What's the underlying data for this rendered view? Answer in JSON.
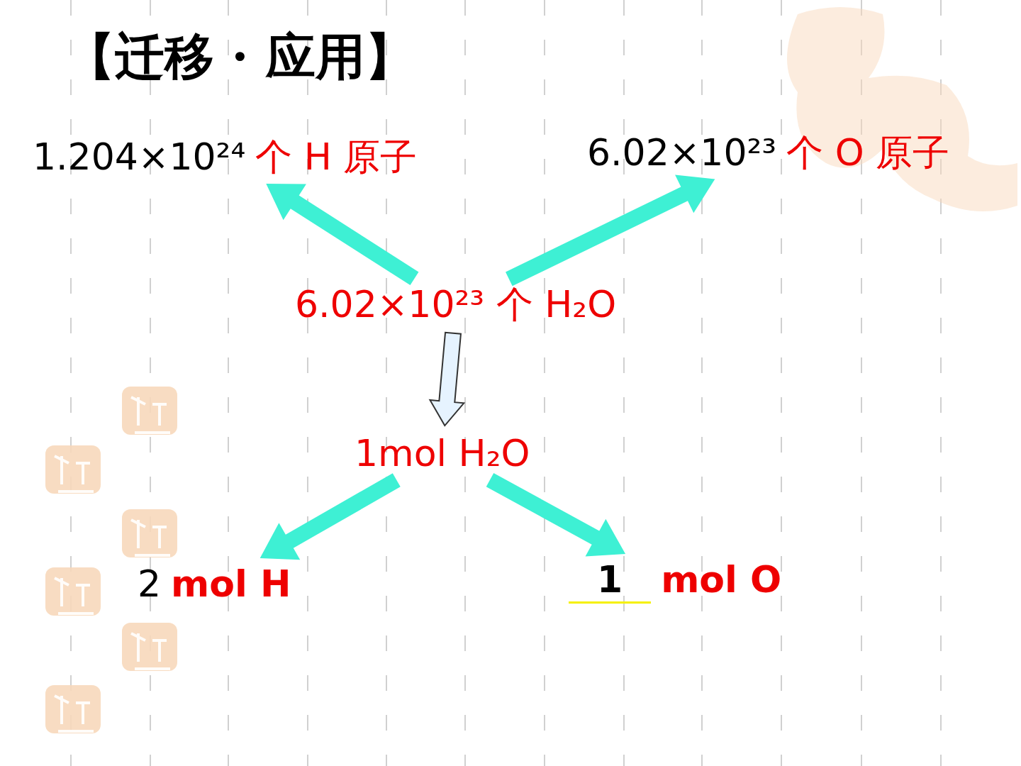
{
  "diagram": {
    "title": "【迁移 · 应用】",
    "nodes": [
      {
        "text": [
          "1.204×10²⁴",
          "个 H 原子"
        ]
      },
      {
        "text": [
          "6.02×10²³",
          "个 O 原子"
        ]
      },
      {
        "text": [
          "6.02×10²³ 个 H₂O"
        ]
      },
      {
        "text": [
          "1mol H₂O"
        ]
      },
      {
        "text": [
          "2",
          "mol H"
        ]
      },
      {
        "text": [
          "1",
          "mol O"
        ]
      }
    ],
    "edges": [
      {
        "from": 2,
        "to": 0,
        "arrow": "to"
      },
      {
        "from": 2,
        "to": 1,
        "arrow": "to"
      },
      {
        "from": 2,
        "to": 3,
        "arrow": "to"
      },
      {
        "from": 3,
        "to": 4,
        "arrow": "to"
      },
      {
        "from": 3,
        "to": 5,
        "arrow": "to"
      }
    ]
  }
}
